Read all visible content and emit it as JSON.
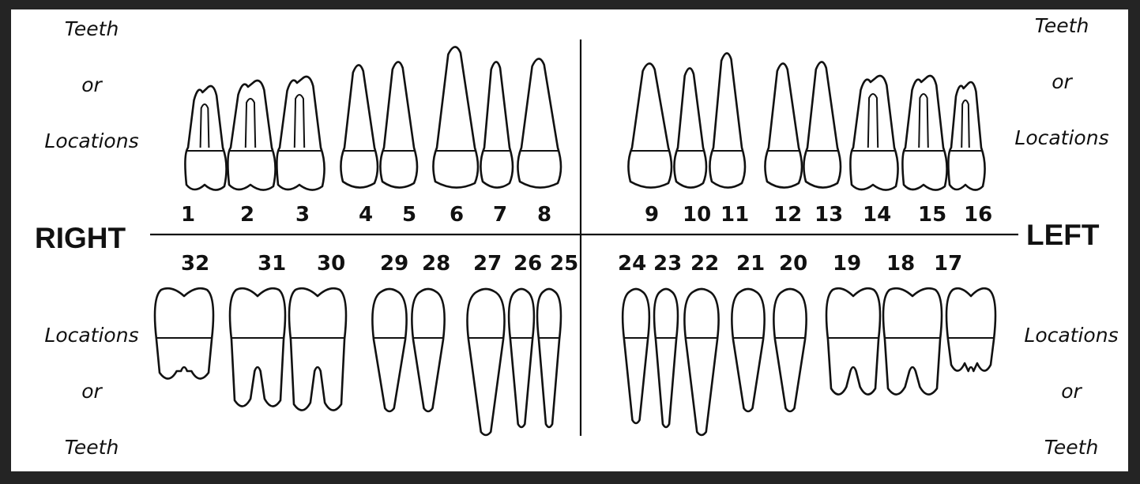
{
  "side_labels": {
    "upper_left": [
      "Teeth",
      "or",
      "Locations"
    ],
    "upper_right": [
      "Teeth",
      "or",
      "Locations"
    ],
    "lower_left": [
      "Locations",
      "or",
      "Teeth"
    ],
    "lower_right": [
      "Locations",
      "or",
      "Teeth"
    ]
  },
  "side_names": {
    "right": "RIGHT",
    "left": "LEFT"
  },
  "upper_numbers": [
    "1",
    "2",
    "3",
    "4",
    "5",
    "6",
    "7",
    "8",
    "9",
    "10",
    "11",
    "12",
    "13",
    "14",
    "15",
    "16"
  ],
  "lower_numbers": [
    "32",
    "31",
    "30",
    "29",
    "28",
    "27",
    "26",
    "25",
    "24",
    "23",
    "22",
    "21",
    "20",
    "19",
    "18",
    "17"
  ],
  "upper_teeth": [
    {
      "kind": "molar"
    },
    {
      "kind": "molar"
    },
    {
      "kind": "molar"
    },
    {
      "kind": "premolar"
    },
    {
      "kind": "premolar"
    },
    {
      "kind": "canine"
    },
    {
      "kind": "incisor"
    },
    {
      "kind": "incisor"
    },
    {
      "kind": "incisor"
    },
    {
      "kind": "incisor"
    },
    {
      "kind": "canine"
    },
    {
      "kind": "premolar"
    },
    {
      "kind": "premolar"
    },
    {
      "kind": "molar"
    },
    {
      "kind": "molar"
    },
    {
      "kind": "molar"
    }
  ],
  "lower_teeth": [
    {
      "kind": "molar"
    },
    {
      "kind": "molar"
    },
    {
      "kind": "molar"
    },
    {
      "kind": "premolar"
    },
    {
      "kind": "premolar"
    },
    {
      "kind": "canine"
    },
    {
      "kind": "incisor"
    },
    {
      "kind": "incisor"
    },
    {
      "kind": "incisor"
    },
    {
      "kind": "incisor"
    },
    {
      "kind": "canine"
    },
    {
      "kind": "premolar"
    },
    {
      "kind": "premolar"
    },
    {
      "kind": "molar"
    },
    {
      "kind": "molar"
    },
    {
      "kind": "molar"
    }
  ]
}
